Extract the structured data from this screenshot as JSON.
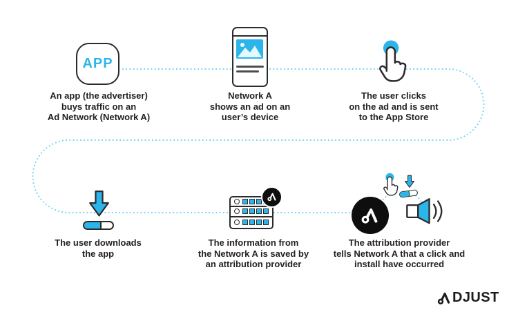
{
  "colors": {
    "accent": "#2cb5ea",
    "dots": "#6fd2f4",
    "outline": "#2b2b2b",
    "text": "#231f20",
    "ink": "#0e0e0e"
  },
  "flow": {
    "top": [
      {
        "name": "advertiser-app",
        "app_label": "APP",
        "lines": [
          "An app (the advertiser)",
          "buys traffic on an",
          "Ad Network (Network A)"
        ]
      },
      {
        "name": "network-shows-ad",
        "lines": [
          "Network A",
          "shows an ad on an",
          "user’s device"
        ]
      },
      {
        "name": "user-clicks-ad",
        "lines": [
          "The user clicks",
          "on the ad and is sent",
          "to the App Store"
        ]
      }
    ],
    "bottom": [
      {
        "name": "user-downloads",
        "lines": [
          "The user downloads",
          "the app"
        ]
      },
      {
        "name": "info-saved",
        "lines": [
          "The information from",
          "the Network A is saved by",
          "an attribution provider"
        ]
      },
      {
        "name": "provider-callback",
        "lines": [
          "The attribution provider",
          "tells Network A that a click and",
          "install have occurred"
        ]
      }
    ]
  },
  "brand": {
    "wordmark": "ADJUST",
    "wordmark_rest": "DJUST"
  }
}
